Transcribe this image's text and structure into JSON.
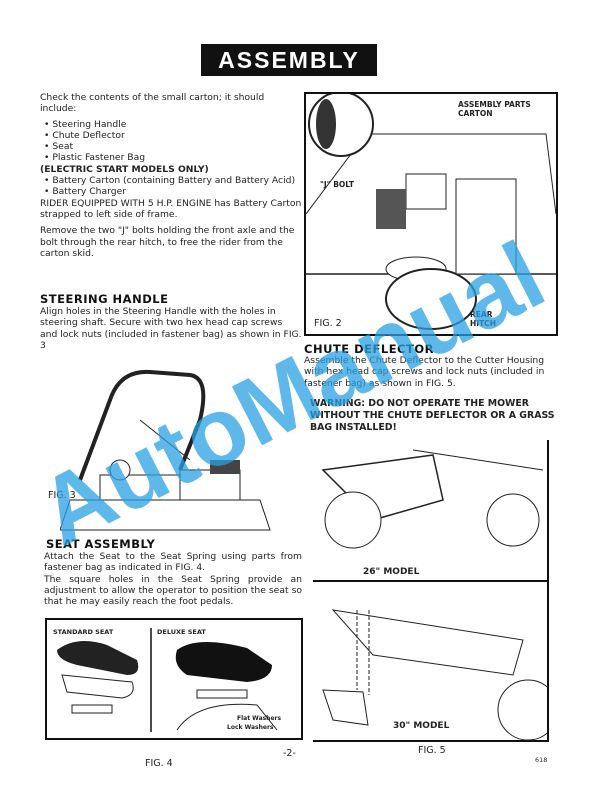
{
  "title": "ASSEMBLY",
  "intro": {
    "text": "Check the contents of the small carton; it should include:",
    "items": [
      "Steering Handle",
      "Chute Deflector",
      "Seat",
      "Plastic Fastener Bag"
    ],
    "electric_heading": "(ELECTRIC START MODELS ONLY)",
    "electric_items": [
      "Battery Carton (containing Battery and Battery Acid)",
      "Battery Charger"
    ],
    "rider_bold": "RIDER EQUIPPED WITH 5 H.P. ENGINE",
    "rider_rest": " has Battery Carton strapped to left side of frame.",
    "remove": "Remove the two \"J\" bolts holding the front axle and the bolt through the rear hitch, to free the rider from the carton skid."
  },
  "steering": {
    "heading": "STEERING HANDLE",
    "text": "Align holes in the Steering Handle with the holes in steering shaft. Secure with two hex head cap screws and lock nuts (included in fastener bag) as shown in FIG. 3",
    "fig": "FIG. 3"
  },
  "fig2": {
    "label_carton": "ASSEMBLY PARTS CARTON",
    "label_jbolt": "\"J\" BOLT",
    "label_hitch": "REAR HITCH",
    "fig": "FIG. 2"
  },
  "chute": {
    "heading": "CHUTE DEFLECTOR",
    "text": "Assemble the Chute Deflector to the Cutter Housing with hex head cap screws and lock nuts (included in fastener bag) as shown in FIG. 5.",
    "warning": "WARNING: DO NOT OPERATE THE MOWER WITHOUT THE CHUTE DEFLECTOR OR A GRASS BAG INSTALLED!"
  },
  "fig5": {
    "model26": "26\" MODEL",
    "model30": "30\" MODEL",
    "fig": "FIG. 5"
  },
  "seat": {
    "heading": "SEAT ASSEMBLY",
    "text1": "Attach the Seat to the Seat Spring using parts from fastener bag as indicated in FIG. 4.",
    "text2": "The square holes in the Seat Spring provide an adjustment to allow the operator to position the seat so that he may easily reach the foot pedals."
  },
  "fig4": {
    "standard": "STANDARD SEAT",
    "deluxe": "DELUXE SEAT",
    "flat": "Flat Washers",
    "lock": "Lock Washers",
    "fig": "FIG. 4"
  },
  "page_number": "-2-",
  "code": "618",
  "watermark": "AutoManual"
}
